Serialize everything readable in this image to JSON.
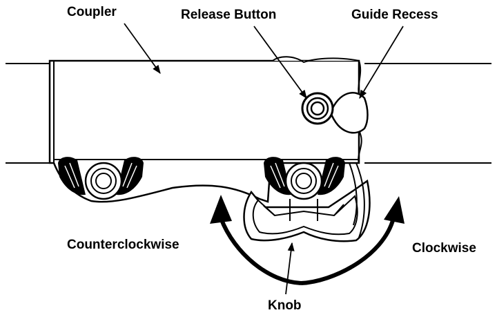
{
  "labels": {
    "coupler": "Coupler",
    "release_button": "Release Button",
    "guide_recess": "Guide Recess",
    "counterclockwise": "Counterclockwise",
    "clockwise": "Clockwise",
    "knob": "Knob"
  },
  "colors": {
    "ink": "#000000",
    "background": "#ffffff"
  }
}
